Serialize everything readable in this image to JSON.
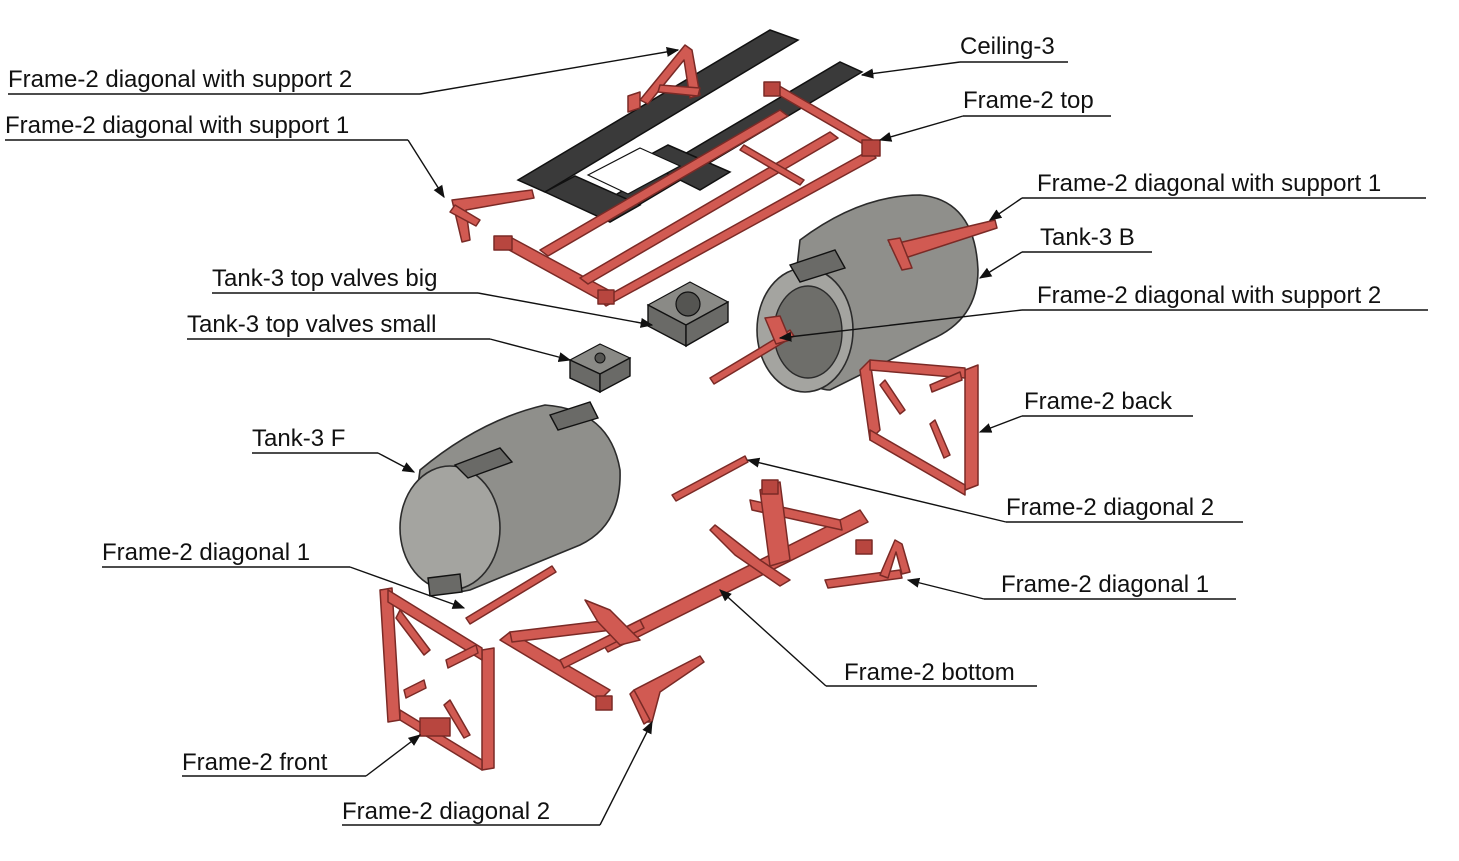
{
  "labels": {
    "ceiling_3": "Ceiling-3",
    "frame2_diag_support2_top_left": "Frame-2 diagonal with support 2",
    "frame2_diag_support1_top_left": "Frame-2 diagonal with support 1",
    "frame2_top": "Frame-2 top",
    "frame2_diag_support1_right": "Frame-2 diagonal with support 1",
    "tank3_b": "Tank-3 B",
    "frame2_diag_support2_right": "Frame-2 diagonal with support 2",
    "tank3_top_valves_big": "Tank-3 top valves big",
    "tank3_top_valves_small": "Tank-3 top valves small",
    "frame2_back": "Frame-2 back",
    "tank3_f": "Tank-3 F",
    "frame2_diagonal2_right": "Frame-2 diagonal 2",
    "frame2_diagonal1_left": "Frame-2 diagonal 1",
    "frame2_diagonal1_right": "Frame-2 diagonal 1",
    "frame2_bottom": "Frame-2 bottom",
    "frame2_front": "Frame-2 front",
    "frame2_diagonal2_bottom": "Frame-2 diagonal 2"
  },
  "colors": {
    "frame": "#d15a52",
    "ceiling": "#3a3a3a",
    "tank": "#8f8f8b"
  }
}
